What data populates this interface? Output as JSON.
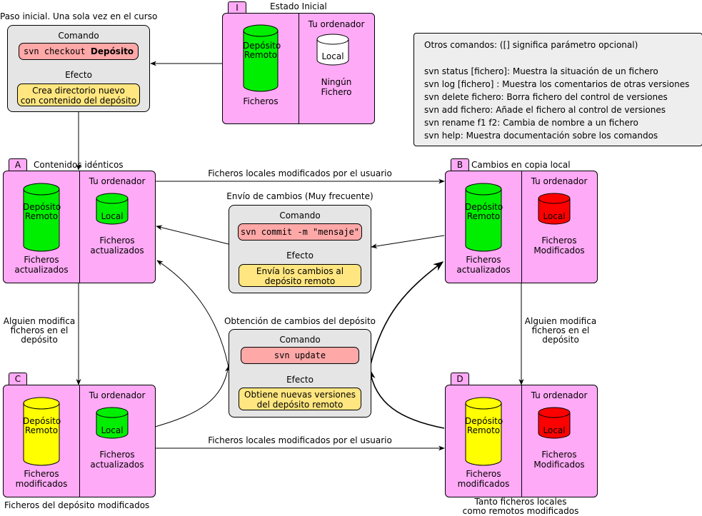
{
  "initial": {
    "title": "Estado Inicial",
    "tab": "I",
    "remote_label": "Depósito\nRemoto",
    "remote_caption": "Ficheros",
    "pc_title": "Tu ordenador",
    "local_label": "Local",
    "local_caption": "Ningún\nFichero"
  },
  "checkout": {
    "title": "Paso inicial. Una sola vez en el curso",
    "cmd_heading": "Comando",
    "cmd_prefix": "svn checkout ",
    "cmd_arg": "Depósito",
    "effect_heading": "Efecto",
    "effect": "Crea directorio nuevo\ncon contenido del depósito"
  },
  "other_commands": {
    "title": "Otros comandos: ([] significa parámetro opcional)",
    "lines": [
      "svn status [fichero]: Muestra la situación de un fichero",
      "svn log [fichero] : Muestra los comentarios de otras versiones",
      "svn delete fichero: Borra fichero del control de versiones",
      "svn add fichero: Añade el fichero al control de versiones",
      "svn rename f1 f2: Cambia de nombre a un fichero",
      "svn help: Muestra documentación sobre los comandos"
    ]
  },
  "states": {
    "A": {
      "tab": "A",
      "title": "Contenidos idénticos",
      "remote_caption": "Ficheros\nactualizados",
      "pc_title": "Tu ordenador",
      "local_caption": "Ficheros\nactualizados"
    },
    "B": {
      "tab": "B",
      "title": "Cambios en copia local",
      "remote_caption": "Ficheros\nactualizados",
      "pc_title": "Tu ordenador",
      "local_caption": "Ficheros\nModificados"
    },
    "C": {
      "tab": "C",
      "title": "Ficheros del depósito modificados",
      "remote_caption": "Ficheros\nmodificados",
      "pc_title": "Tu ordenador",
      "local_caption": "Ficheros\nactualizados"
    },
    "D": {
      "tab": "D",
      "title": "Tanto ficheros locales\ncomo remotos modificados",
      "remote_caption": "Ficheros\nmodificados",
      "pc_title": "Tu ordenador",
      "local_caption": "Ficheros\nModificados"
    },
    "remote_label": "Depósito\nRemoto",
    "local_label": "Local"
  },
  "commit": {
    "title": "Envío de cambios (Muy frecuente)",
    "cmd_heading": "Comando",
    "cmd": "svn commit -m \"mensaje\"",
    "effect_heading": "Efecto",
    "effect": "Envía los cambios al\ndepósito remoto"
  },
  "update": {
    "title": "Obtención de cambios del depósito",
    "cmd_heading": "Comando",
    "cmd": "svn update",
    "effect_heading": "Efecto",
    "effect": "Obtiene nuevas versiones\ndel depósito remoto"
  },
  "edges": {
    "local_modified": "Ficheros locales modificados por el usuario",
    "someone_modifies": "Alguien modifica\nficheros en el\ndepósito"
  },
  "colors": {
    "state_fill": "#ffaaf6",
    "remote_updated": "#00ee00",
    "remote_modified": "#ffff00",
    "local_updated": "#00ee00",
    "local_modified": "#ff0000",
    "local_empty": "#ffffff",
    "command_pill": "#ffa8a8",
    "effect_pill": "#ffe680",
    "command_box": "#e5e5e5"
  }
}
